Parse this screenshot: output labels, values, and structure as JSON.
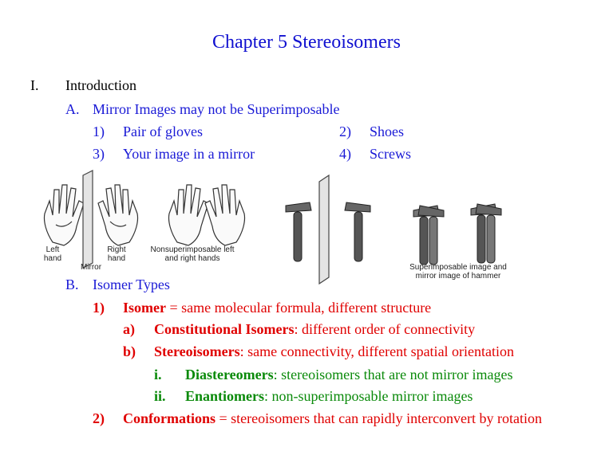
{
  "title": "Chapter 5 Stereoisomers",
  "section": {
    "num": "I.",
    "label": "Introduction"
  },
  "partA": {
    "num": "A.",
    "label": "Mirror Images may not be Superimposable",
    "items": [
      {
        "num": "1)",
        "label": "Pair of gloves"
      },
      {
        "num": "2)",
        "label": "Shoes"
      },
      {
        "num": "3)",
        "label": "Your image in a mirror"
      },
      {
        "num": "4)",
        "label": "Screws"
      }
    ]
  },
  "figure": {
    "left_hand": "Left hand",
    "right_hand": "Right hand",
    "mirror": "Mirror",
    "nonsuper": "Nonsuperimposable left and right hands",
    "super": "Superimposable image and mirror image of hammer"
  },
  "partB": {
    "num": "B.",
    "label": "Isomer Types",
    "i1": {
      "num": "1)",
      "term": "Isomer",
      "def": " = same molecular formula, different structure"
    },
    "a": {
      "num": "a)",
      "term": "Constitutional Isomers",
      "def": ":  different order of connectivity"
    },
    "b": {
      "num": "b)",
      "term": "Stereoisomers",
      "def": ":  same connectivity, different spatial orientation"
    },
    "bi": {
      "num": "i.",
      "term": "Diastereomers",
      "def": ":  stereoisomers that are not mirror images"
    },
    "bii": {
      "num": "ii.",
      "term": "Enantiomers",
      "def": ":  non-superimposable mirror images"
    },
    "i2": {
      "num": "2)",
      "term": "Conformations",
      "def": " = stereoisomers that can rapidly interconvert by rotation"
    }
  },
  "colors": {
    "title": "#1010d0",
    "blue": "#1a1ad6",
    "red": "#e00000",
    "green": "#0a8a0a"
  }
}
